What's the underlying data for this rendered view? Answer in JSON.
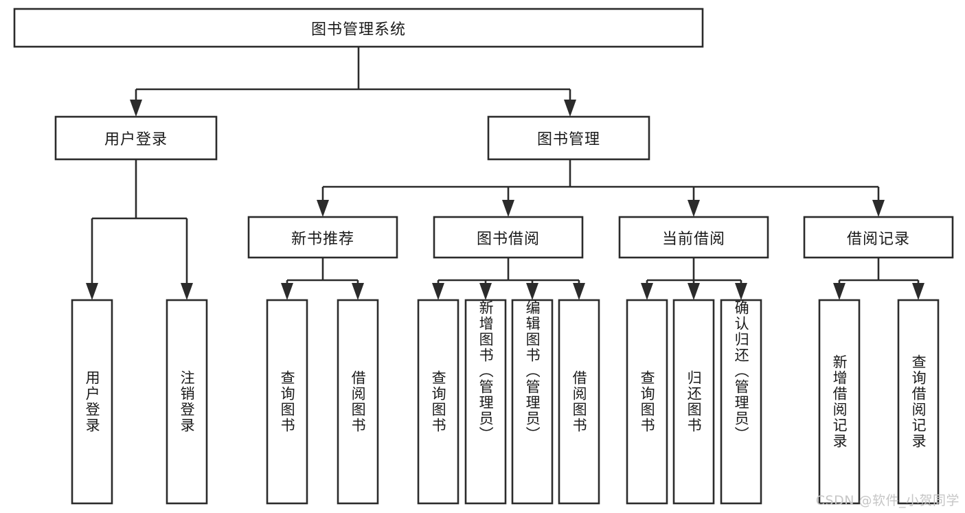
{
  "diagram": {
    "type": "tree-hierarchy",
    "title": "图书管理系统",
    "orientation": "top-down",
    "colors": {
      "box_stroke": "#2b2b2b",
      "box_fill": "#ffffff",
      "connector": "#2b2b2b",
      "text": "#1a1a1a",
      "background": "#ffffff",
      "watermark": "#c6c6c6"
    },
    "levels": {
      "root": "图书管理系统",
      "level1": [
        "用户登录",
        "图书管理"
      ],
      "level2": [
        "新书推荐",
        "图书借阅",
        "当前借阅",
        "借阅记录"
      ]
    }
  },
  "root": {
    "label": "图书管理系统"
  },
  "level1": [
    {
      "label": "用户登录"
    },
    {
      "label": "图书管理"
    }
  ],
  "level2": [
    {
      "label": "新书推荐"
    },
    {
      "label": "图书借阅"
    },
    {
      "label": "当前借阅"
    },
    {
      "label": "借阅记录"
    }
  ],
  "leaves": {
    "user_login": [
      {
        "label": "用户登录"
      },
      {
        "label": "注销登录"
      }
    ],
    "new_book_recommend": [
      {
        "label": "查询图书"
      },
      {
        "label": "借阅图书"
      }
    ],
    "book_borrow": [
      {
        "label": "查询图书"
      },
      {
        "label": "新增图书（管理员）"
      },
      {
        "label": "编辑图书（管理员）"
      },
      {
        "label": "借阅图书"
      }
    ],
    "current_borrow": [
      {
        "label": "查询图书"
      },
      {
        "label": "归还图书"
      },
      {
        "label": "确认归还（管理员）"
      }
    ],
    "borrow_record": [
      {
        "label": "新增借阅记录"
      },
      {
        "label": "查询借阅记录"
      }
    ]
  },
  "watermark": {
    "text": "CSDN @软件_小贺同学"
  }
}
